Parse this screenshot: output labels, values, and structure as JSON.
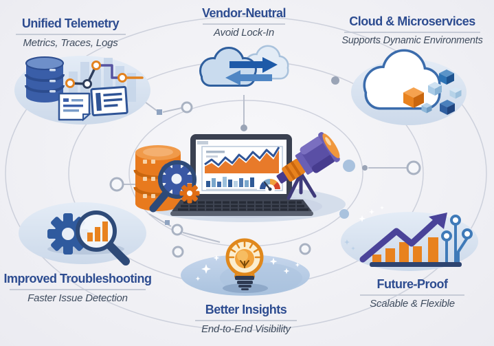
{
  "diagram_title": "Observability Benefits Infographic",
  "sections": {
    "unified_telemetry": {
      "title": "Unified Telemetry",
      "subtitle": "Metrics, Traces, Logs",
      "icon": "database-linechart-documents-icon"
    },
    "vendor_neutral": {
      "title": "Vendor-Neutral",
      "subtitle": "Avoid Lock-In",
      "icon": "clouds-exchange-arrows-icon"
    },
    "cloud_microservices": {
      "title": "Cloud & Microservices",
      "subtitle": "Supports Dynamic Environments",
      "icon": "cloud-with-cubes-icon"
    },
    "improved_troubleshooting": {
      "title": "Improved Troubleshooting",
      "subtitle": "Faster Issue Detection",
      "icon": "gear-magnifier-barchart-icon"
    },
    "better_insights": {
      "title": "Better Insights",
      "subtitle": "End-to-End Visibility",
      "icon": "lightbulb-icon"
    },
    "future_proof": {
      "title": "Future-Proof",
      "subtitle": "Scalable & Flexible",
      "icon": "growth-chart-arrow-circuit-icon"
    }
  },
  "center": {
    "icons": [
      "laptop-dashboard-icon",
      "orange-database-icon",
      "magnifier-gears-icon",
      "telescope-icon"
    ],
    "dashboard_elements": [
      "area-line-chart",
      "bar-chart",
      "gauge"
    ]
  },
  "background": {
    "elements": [
      "concentric-network-rings",
      "connector-lines",
      "network-nodes"
    ]
  },
  "palette": {
    "background": "#f1f1f5",
    "title_text": "#2d4c90",
    "subtitle_text": "#3f4c5e",
    "divider": "#c6cbd6",
    "accent_orange": "#e8821e",
    "accent_blue": "#2f5a96",
    "accent_purple": "#4a4399",
    "circuit_blue": "#3f7ab8",
    "ring_gray": "#c9cdd9",
    "ellipse_fill": "#dce6f2",
    "laptop_body": "#3a4050"
  }
}
